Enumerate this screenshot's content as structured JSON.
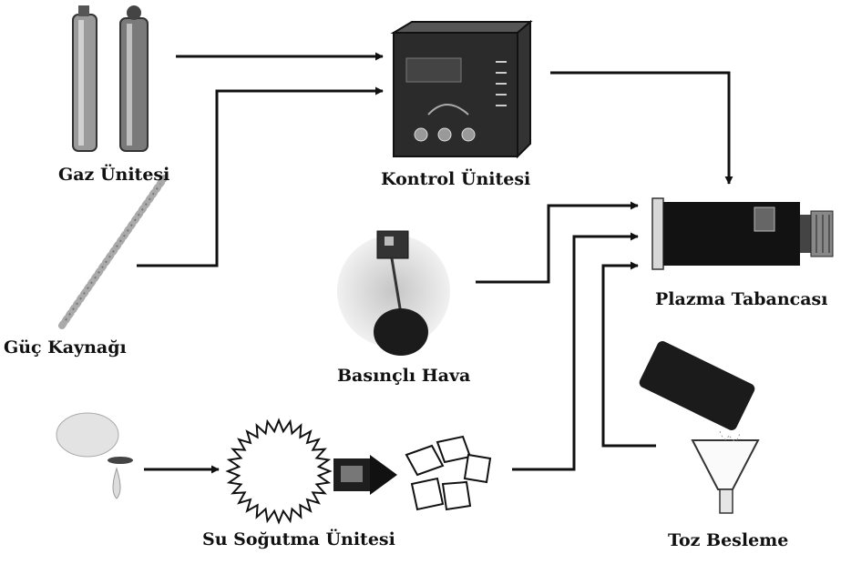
{
  "labels": {
    "gas": "Gaz Ünitesi",
    "control": "Kontrol Ünitesi",
    "plasma": "Plazma Tabancası",
    "power": "Güç Kaynağı",
    "air": "Basınçlı Hava",
    "water": "Su Soğutma Ünitesi",
    "powder": "Toz Besleme"
  }
}
